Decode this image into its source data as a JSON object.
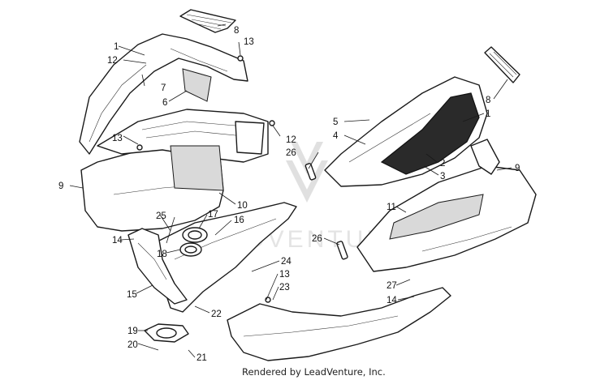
{
  "watermark": {
    "text": "ADVENTURE",
    "icon": "leadventure-logo-icon"
  },
  "credit": "Rendered by LeadVenture, Inc.",
  "callouts": {
    "c1a": "1",
    "c12a": "12",
    "c8a": "8",
    "c13a": "13",
    "c7": "7",
    "c6": "6",
    "c13b": "13",
    "c12b": "12",
    "c26a": "26",
    "c9a": "9",
    "c10": "10",
    "c25": "25",
    "c17": "17",
    "c16": "16",
    "c14a": "14",
    "c18": "18",
    "c15": "15",
    "c22": "22",
    "c19": "19",
    "c20": "20",
    "c21": "21",
    "c24": "24",
    "c13c": "13",
    "c23": "23",
    "c5": "5",
    "c4": "4",
    "c1b": "1",
    "c8b": "8",
    "c2": "2",
    "c3": "3",
    "c9b": "9",
    "c11": "11",
    "c26b": "26",
    "c27": "27",
    "c14b": "14"
  }
}
